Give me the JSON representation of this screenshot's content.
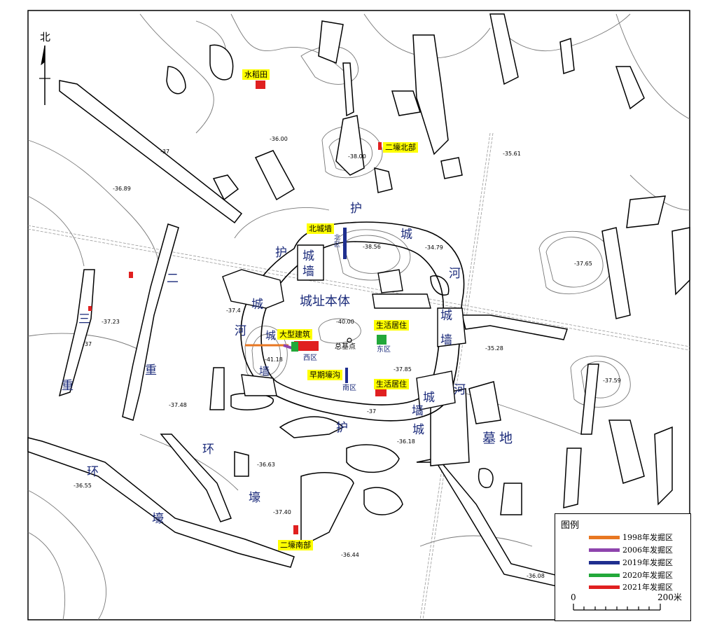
{
  "north": {
    "label": "北"
  },
  "regions": {
    "city_body": "城址本体",
    "cemetery": [
      "墓",
      "地"
    ],
    "moat_chars": [
      "护",
      "城",
      "河",
      "城",
      "墙",
      "河",
      "城",
      "墙",
      "护",
      "城",
      "河",
      "城",
      "墙",
      "城",
      "墙",
      "护"
    ],
    "ring_chars": [
      "二",
      "重",
      "环",
      "壕",
      "三",
      "重",
      "环",
      "壕"
    ]
  },
  "callouts": {
    "paddy": "水稻田",
    "moat2_north": "二壕北部",
    "north_wall": "北城墙",
    "big_building": "大型建筑",
    "living_east": "生活居住",
    "early_ditch": "早期壕沟",
    "living_south": "生活居住",
    "moat2_south": "二壕南部"
  },
  "zones": {
    "north": "北区",
    "west": "西区",
    "east": "东区",
    "south": "南区",
    "datum": "总基点"
  },
  "elevations": [
    "-36.00",
    "-38.00",
    "-35.61",
    "-36.89",
    "-38.56",
    "-34.79",
    "-37.65",
    "-37.23",
    "-40.00",
    "-41.18",
    "-37.85",
    "-35.28",
    "-37.59",
    "-37.48",
    "-36.18",
    "-36.63",
    "-36.55",
    "-37.40",
    "-36.44",
    "-36.08",
    "-37.4",
    "-37",
    "-37",
    "-37"
  ],
  "legend": {
    "title": "图例",
    "items": [
      {
        "label": "1998年发掘区",
        "color": "#e87722"
      },
      {
        "label": "2006年发掘区",
        "color": "#8e44ad"
      },
      {
        "label": "2019年发掘区",
        "color": "#1f2f8f"
      },
      {
        "label": "2020年发掘区",
        "color": "#22a83a"
      },
      {
        "label": "2021年发掘区",
        "color": "#e02020"
      }
    ],
    "scale": {
      "start": "0",
      "end": "200米"
    }
  }
}
